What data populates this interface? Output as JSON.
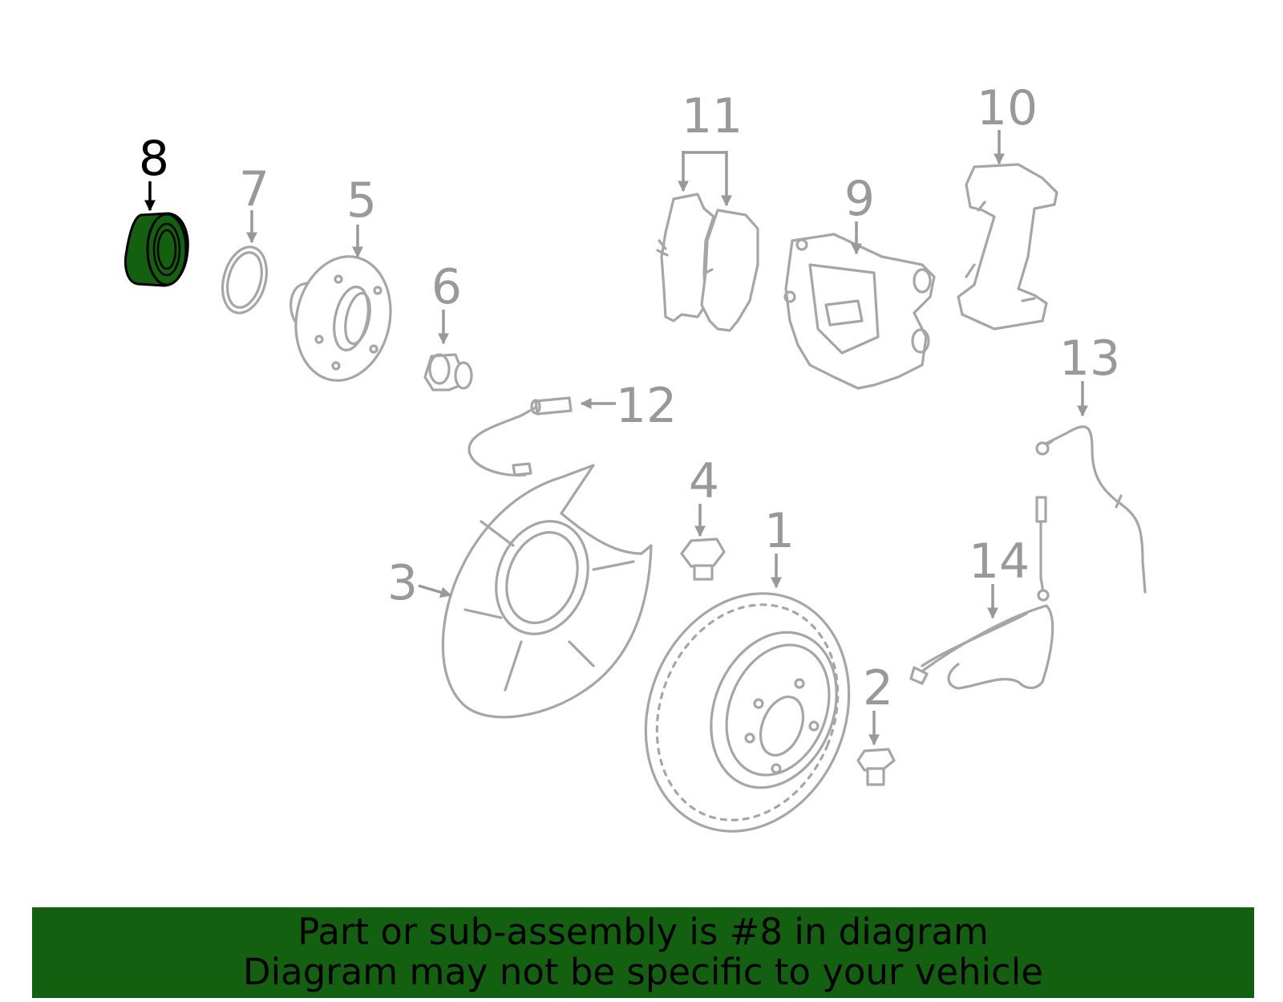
{
  "diagram": {
    "highlighted_part": "8",
    "highlight_color": "#136110",
    "line_color": "#a6a6a6",
    "callouts": [
      "1",
      "2",
      "3",
      "4",
      "5",
      "6",
      "7",
      "8",
      "9",
      "10",
      "11",
      "12",
      "13",
      "14"
    ]
  },
  "banner": {
    "line1": "Part or sub-assembly is #8 in diagram",
    "line2": "Diagram may not be specific to your vehicle",
    "background": "#136110"
  }
}
